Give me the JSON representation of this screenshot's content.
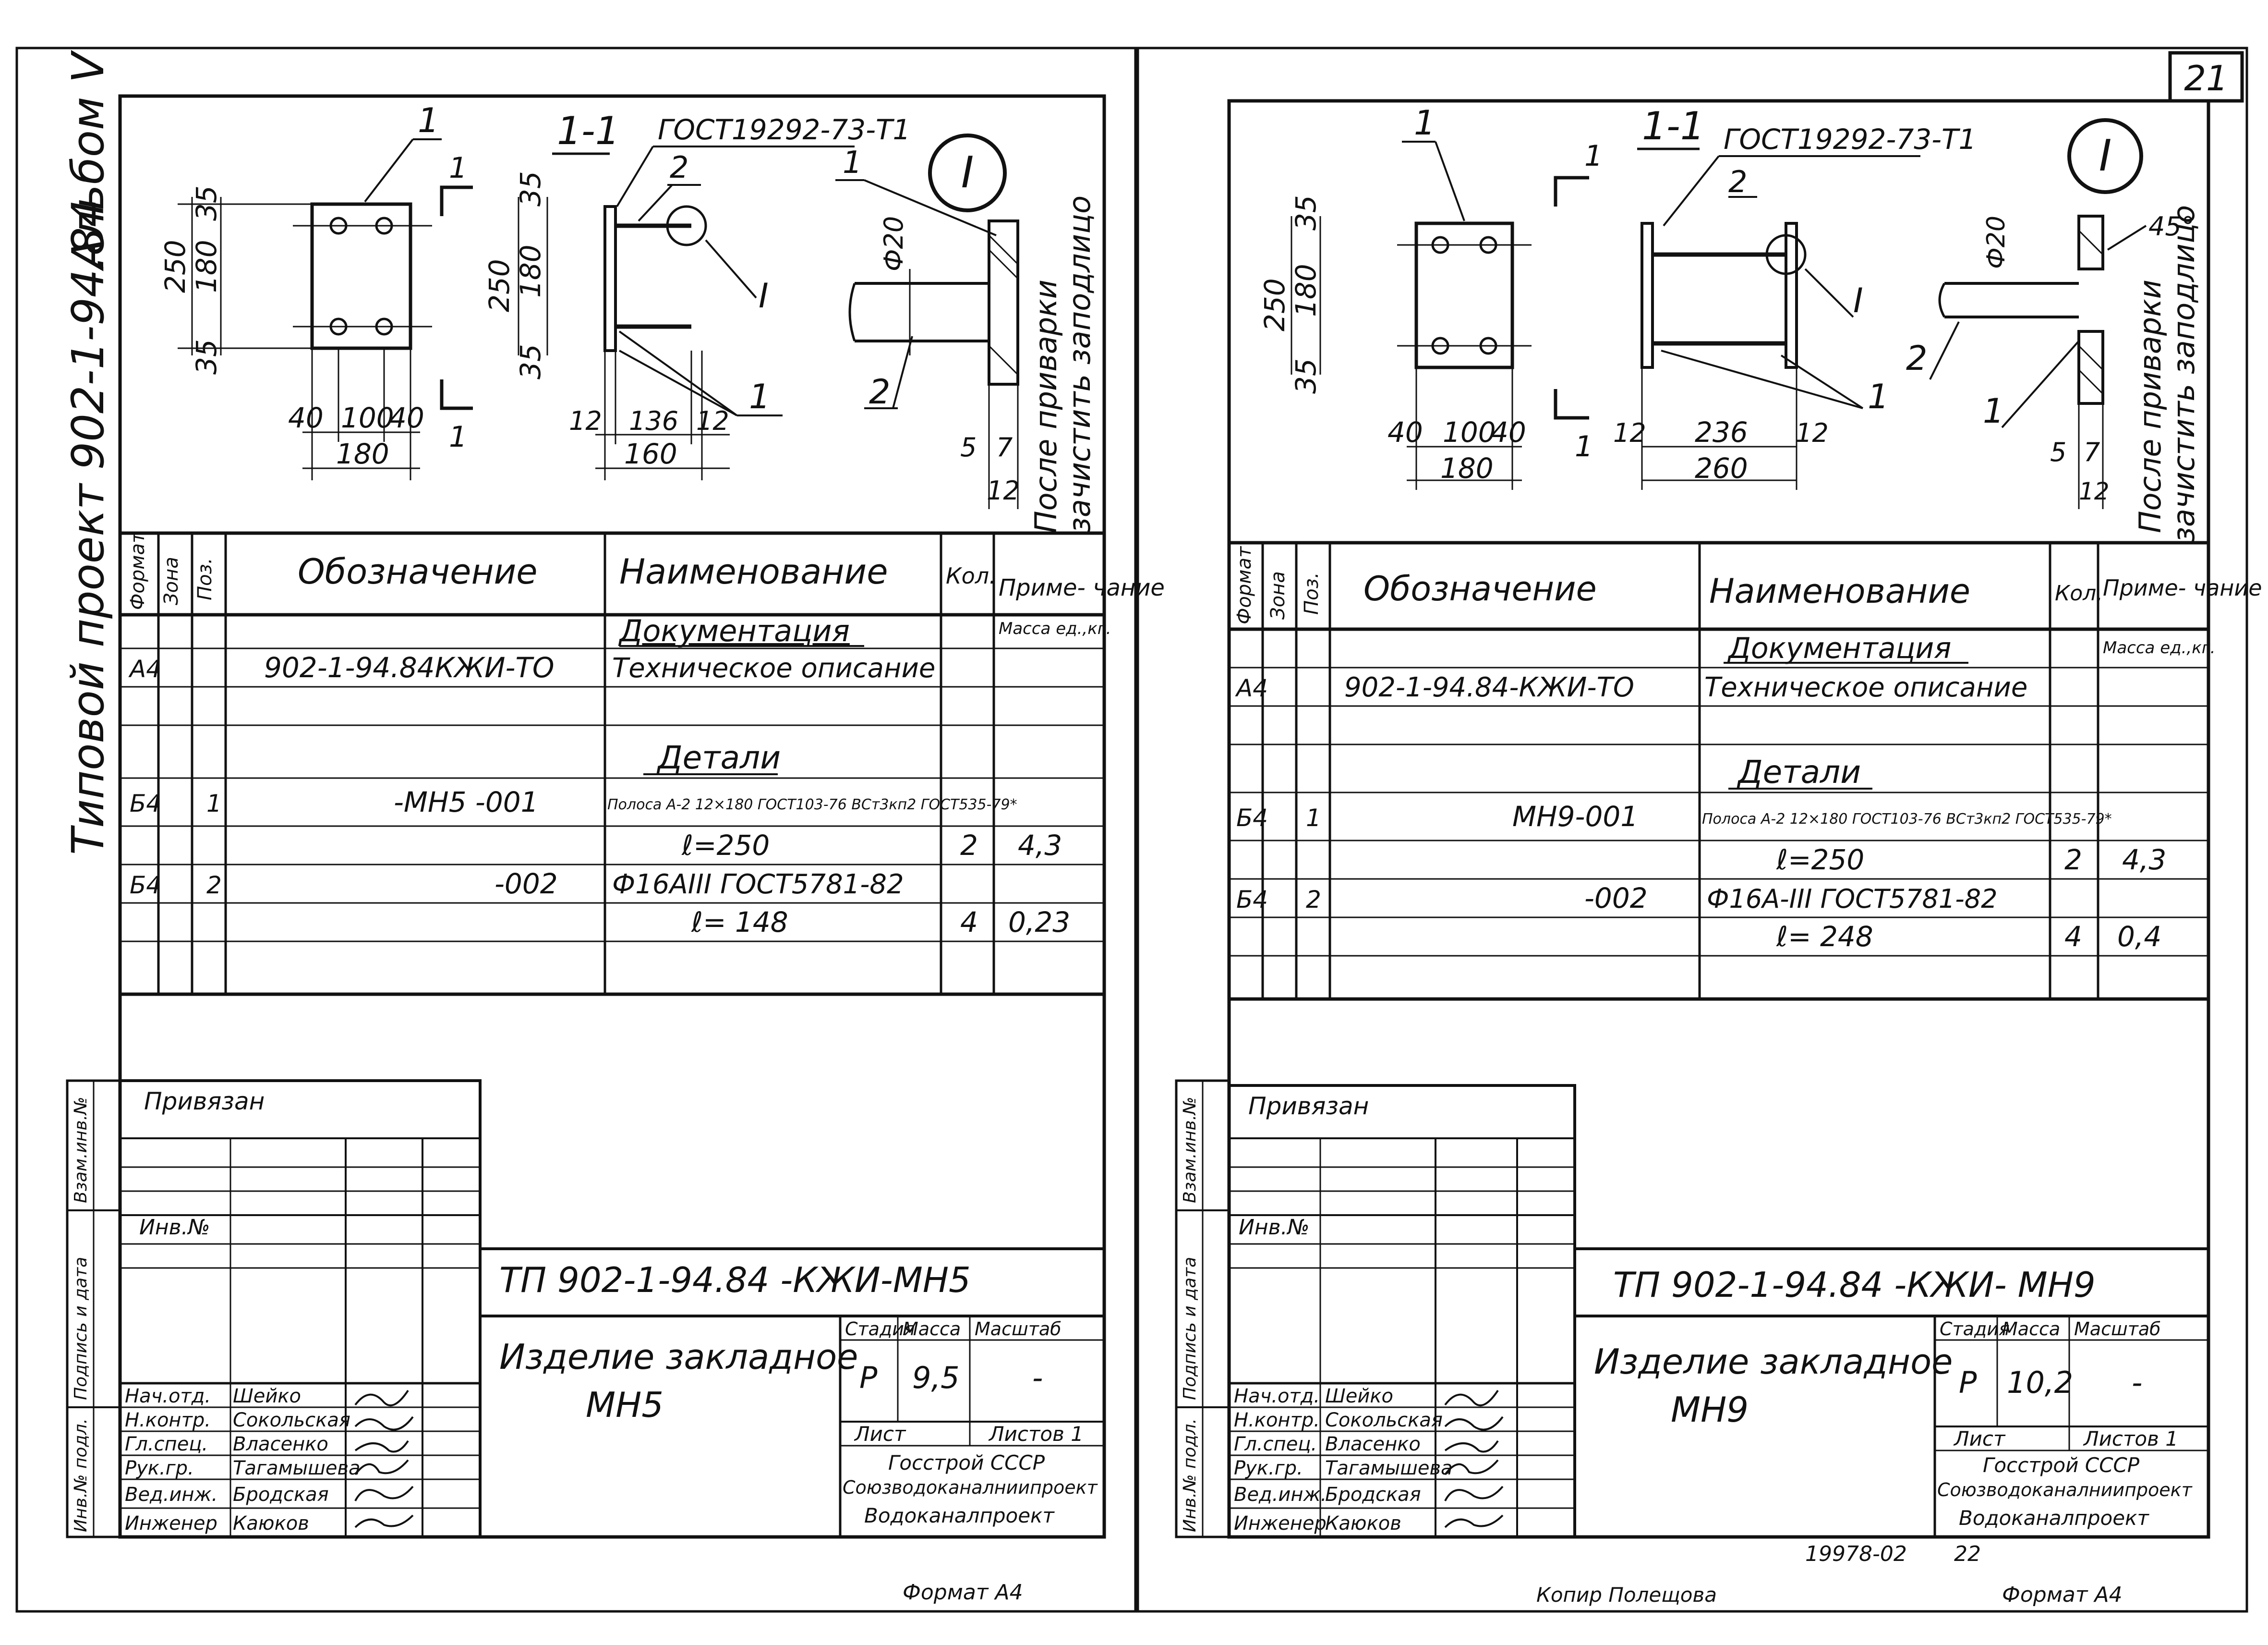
{
  "page_number": "21",
  "bottom_codes": [
    "19978-02",
    "22"
  ],
  "sheets": [
    {
      "album_title": "Альбом V",
      "project_title": "Типовой проект 902-1-94.84",
      "side_labels": [
        "Инв.№ подл.",
        "Подпись и дата",
        "Взам.инв.№"
      ],
      "format_label": "Формат А4",
      "drawing": {
        "section_label": "1-1",
        "gost_label": "ГОСТ19292-73-Т1",
        "callout": "I",
        "cut_mark": "1",
        "note_line1": "После приварки",
        "note_line2": "зачистить заподлицо",
        "plate_dims": {
          "h_total": "250",
          "h_mid": "180",
          "h_top": "35",
          "h_bottom": "35",
          "w_left": "40",
          "w_mid": "100",
          "w_right": "40",
          "w_total": "180"
        },
        "section_dims": {
          "h_total": "250",
          "h_mid": "180",
          "h_top": "35",
          "h_bottom": "35",
          "w_left": "12",
          "w_mid": "136",
          "w_right": "12",
          "w_total": "160"
        },
        "detail_dims": {
          "dia": "Ф20",
          "a": "5",
          "b": "7",
          "c": "12"
        },
        "positions": {
          "p1": "1",
          "p2": "2"
        }
      },
      "spec": {
        "headers": {
          "format": "Формат",
          "zone": "Зона",
          "pos": "Поз.",
          "designation": "Обозначение",
          "name": "Наименование",
          "qty": "Кол.",
          "note": "Приме-\nчание"
        },
        "section_doc": "Документация",
        "mass_unit": "Масса ед.,кг.",
        "rows": [
          {
            "format": "А4",
            "pos": "",
            "designation": "902-1-94.84КЖИ-ТО",
            "name": "Техническое описание",
            "qty": "",
            "note": ""
          },
          {
            "format": "",
            "pos": "",
            "designation": "",
            "name": "",
            "qty": "",
            "note": ""
          },
          {
            "section": "Детали"
          },
          {
            "format": "Б4",
            "pos": "1",
            "designation": "-МН5 -001",
            "name": "Полоса А-2 12×180 ГОСТ103-76 ВСт3кп2 ГОСТ535-79*",
            "qty": "",
            "note": ""
          },
          {
            "format": "",
            "pos": "",
            "designation": "",
            "name": "ℓ=250",
            "qty": "2",
            "note": "4,3"
          },
          {
            "format": "Б4",
            "pos": "2",
            "designation": "-002",
            "name": "Ф16АIII ГОСТ5781-82",
            "qty": "",
            "note": ""
          },
          {
            "format": "",
            "pos": "",
            "designation": "",
            "name": "ℓ= 148",
            "qty": "4",
            "note": "0,23"
          }
        ]
      },
      "title_block": {
        "privyazan": "Привязан",
        "inv_no": "Инв.№",
        "doc_code": "ТП 902-1-94.84 -КЖИ-МН5",
        "item_name_1": "Изделие закладное",
        "item_name_2": "МН5",
        "stage_label": "Стадия",
        "mass_label": "Масса",
        "scale_label": "Масштаб",
        "stage": "Р",
        "mass": "9,5",
        "scale": "-",
        "sheet_label": "Лист",
        "sheets_label": "Листов 1",
        "org_line1": "Госстрой СССР",
        "org_line2": "Союзводоканалниипроект",
        "org_line3": "Водоканалпроект",
        "roles": [
          {
            "role": "Нач.отд.",
            "name": "Шейко"
          },
          {
            "role": "Н.контр.",
            "name": "Сокольская"
          },
          {
            "role": "Гл.спец.",
            "name": "Власенко"
          },
          {
            "role": "Рук.гр.",
            "name": "Тагамышева"
          },
          {
            "role": "Вед.инж.",
            "name": "Бродская"
          },
          {
            "role": "Инженер",
            "name": "Каюков"
          }
        ]
      }
    },
    {
      "side_labels": [
        "Инв.№ подл.",
        "Подпись и дата",
        "Взам.инв.№"
      ],
      "format_label": "Формат А4",
      "copier_label": "Копир Полещова",
      "drawing": {
        "section_label": "1-1",
        "gost_label": "ГОСТ19292-73-Т1",
        "callout": "I",
        "cut_mark": "1",
        "angle": "45°",
        "note_line1": "После приварки",
        "note_line2": "зачистить заподлицо",
        "plate_dims": {
          "h_total": "250",
          "h_mid": "180",
          "h_top": "35",
          "h_bottom": "35",
          "w_left": "40",
          "w_mid": "100",
          "w_right": "40",
          "w_total": "180"
        },
        "section_dims": {
          "w_left": "12",
          "w_mid": "236",
          "w_right": "12",
          "w_total": "260"
        },
        "detail_dims": {
          "dia": "Ф20",
          "a": "5",
          "b": "7",
          "c": "12"
        },
        "positions": {
          "p1": "1",
          "p2": "2"
        }
      },
      "spec": {
        "headers": {
          "format": "Формат",
          "zone": "Зона",
          "pos": "Поз.",
          "designation": "Обозначение",
          "name": "Наименование",
          "qty": "Кол.",
          "note": "Приме-\nчание"
        },
        "section_doc": "Документация",
        "mass_unit": "Масса ед.,кг.",
        "rows": [
          {
            "format": "А4",
            "pos": "",
            "designation": "902-1-94.84-КЖИ-ТО",
            "name": "Техническое описание",
            "qty": "",
            "note": ""
          },
          {
            "format": "",
            "pos": "",
            "designation": "",
            "name": "",
            "qty": "",
            "note": ""
          },
          {
            "section": "Детали"
          },
          {
            "format": "Б4",
            "pos": "1",
            "designation": "МН9-001",
            "name": "Полоса А-2 12×180 ГОСТ103-76 ВСт3кп2 ГОСТ535-79*",
            "qty": "",
            "note": ""
          },
          {
            "format": "",
            "pos": "",
            "designation": "",
            "name": "ℓ=250",
            "qty": "2",
            "note": "4,3"
          },
          {
            "format": "Б4",
            "pos": "2",
            "designation": "-002",
            "name": "Ф16А-III ГОСТ5781-82",
            "qty": "",
            "note": ""
          },
          {
            "format": "",
            "pos": "",
            "designation": "",
            "name": "ℓ= 248",
            "qty": "4",
            "note": "0,4"
          }
        ]
      },
      "title_block": {
        "privyazan": "Привязан",
        "inv_no": "Инв.№",
        "doc_code": "ТП 902-1-94.84 -КЖИ- МН9",
        "item_name_1": "Изделие закладное",
        "item_name_2": "МН9",
        "stage_label": "Стадия",
        "mass_label": "Масса",
        "scale_label": "Масштаб",
        "stage": "Р",
        "mass": "10,2",
        "scale": "-",
        "sheet_label": "Лист",
        "sheets_label": "Листов 1",
        "org_line1": "Госстрой СССР",
        "org_line2": "Союзводоканалниипроект",
        "org_line3": "Водоканалпроект",
        "roles": [
          {
            "role": "Нач.отд.",
            "name": "Шейко"
          },
          {
            "role": "Н.контр.",
            "name": "Сокольская"
          },
          {
            "role": "Гл.спец.",
            "name": "Власенко"
          },
          {
            "role": "Рук.гр.",
            "name": "Тагамышева"
          },
          {
            "role": "Вед.инж.",
            "name": "Бродская"
          },
          {
            "role": "Инженер",
            "name": "Каюков"
          }
        ]
      }
    }
  ]
}
